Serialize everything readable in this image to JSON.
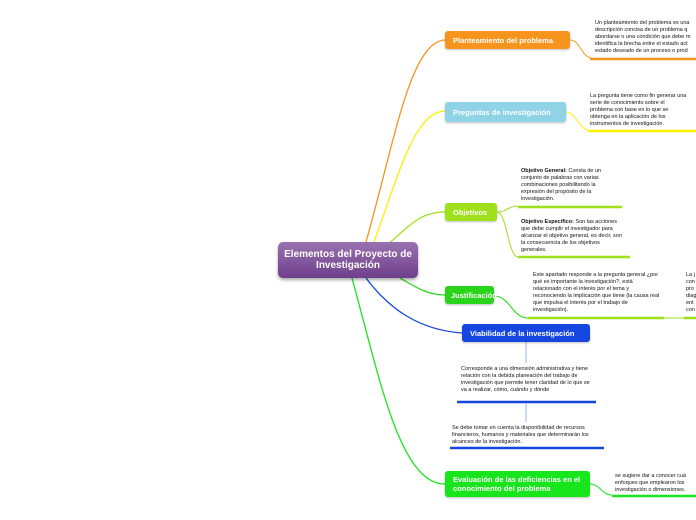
{
  "central": {
    "label": "Elementos del Proyecto de Investigación"
  },
  "branches": {
    "planteamiento": {
      "label": "Planteamiento del problema",
      "color": "#f7941d"
    },
    "preguntas": {
      "label": "Preguntas de investigación",
      "color": "#8ed3e6"
    },
    "objetivos": {
      "label": "Objetivos",
      "color": "#9ee01a"
    },
    "justificacion": {
      "label": "Justificación",
      "color": "#2ad41a"
    },
    "viabilidad": {
      "label": "Viabilidad de la investigación",
      "color": "#1546e0"
    },
    "evaluacion": {
      "label": "Evaluación de las deficiencias en el conocimiento del problema",
      "color": "#18e61d"
    }
  },
  "notes": {
    "planteamiento": "Un planteamiento del problema es una\ndescripción concisa de un problema q\nabordarse o una condición que debe m\nidentifica la brecha entre el estado act\nestado deseado de un proceso o prod",
    "preguntas": "La pregunta tiene como fin generar una serie de conocimiento sobre el problema con base en lo que se obtenga en la aplicación de los instrumentos de investigación.",
    "objetivo_general_title": "Objetivo General:",
    "objetivo_general_text": "Consta de un conjunto de palabras con varias combinaciones posibilitando la expresión del propósito de la investigación.",
    "objetivo_especifico_title": "Objetivo Específico:",
    "objetivo_especifico_text": "Son las acciones que debe cumplir el investigador para alcanzar el objetivo general, es decir, son la consecuencia de los objetivos generales.",
    "justificacion": "Este apartado responde a la pregunta general ¿por qué es importante la investigación?, está relacionado con el interés por el tema y reconociendo la implicación que tiene (la causa real que impulsa el interés por el trabajo de investigación).",
    "justificacion_extra": "La j\ncon\npro\ndiag\nent\ncon",
    "viabilidad_1": "Corresponde a una dimensión administrativa y tiene relación con la debida planeación del trabajo de investigación que permite tener claridad de lo que se va a realizar, cómo, cuándo y dónde",
    "viabilidad_2": "Se debe tomar en cuenta la disponibilidad de recursos financieros, humanos y materiales que determinarán los alcances de la investigación.",
    "evaluacion": "se sugiere dar a conocer cuá\nenfoques que emplearon los\ninvestigación o dimensiones."
  }
}
